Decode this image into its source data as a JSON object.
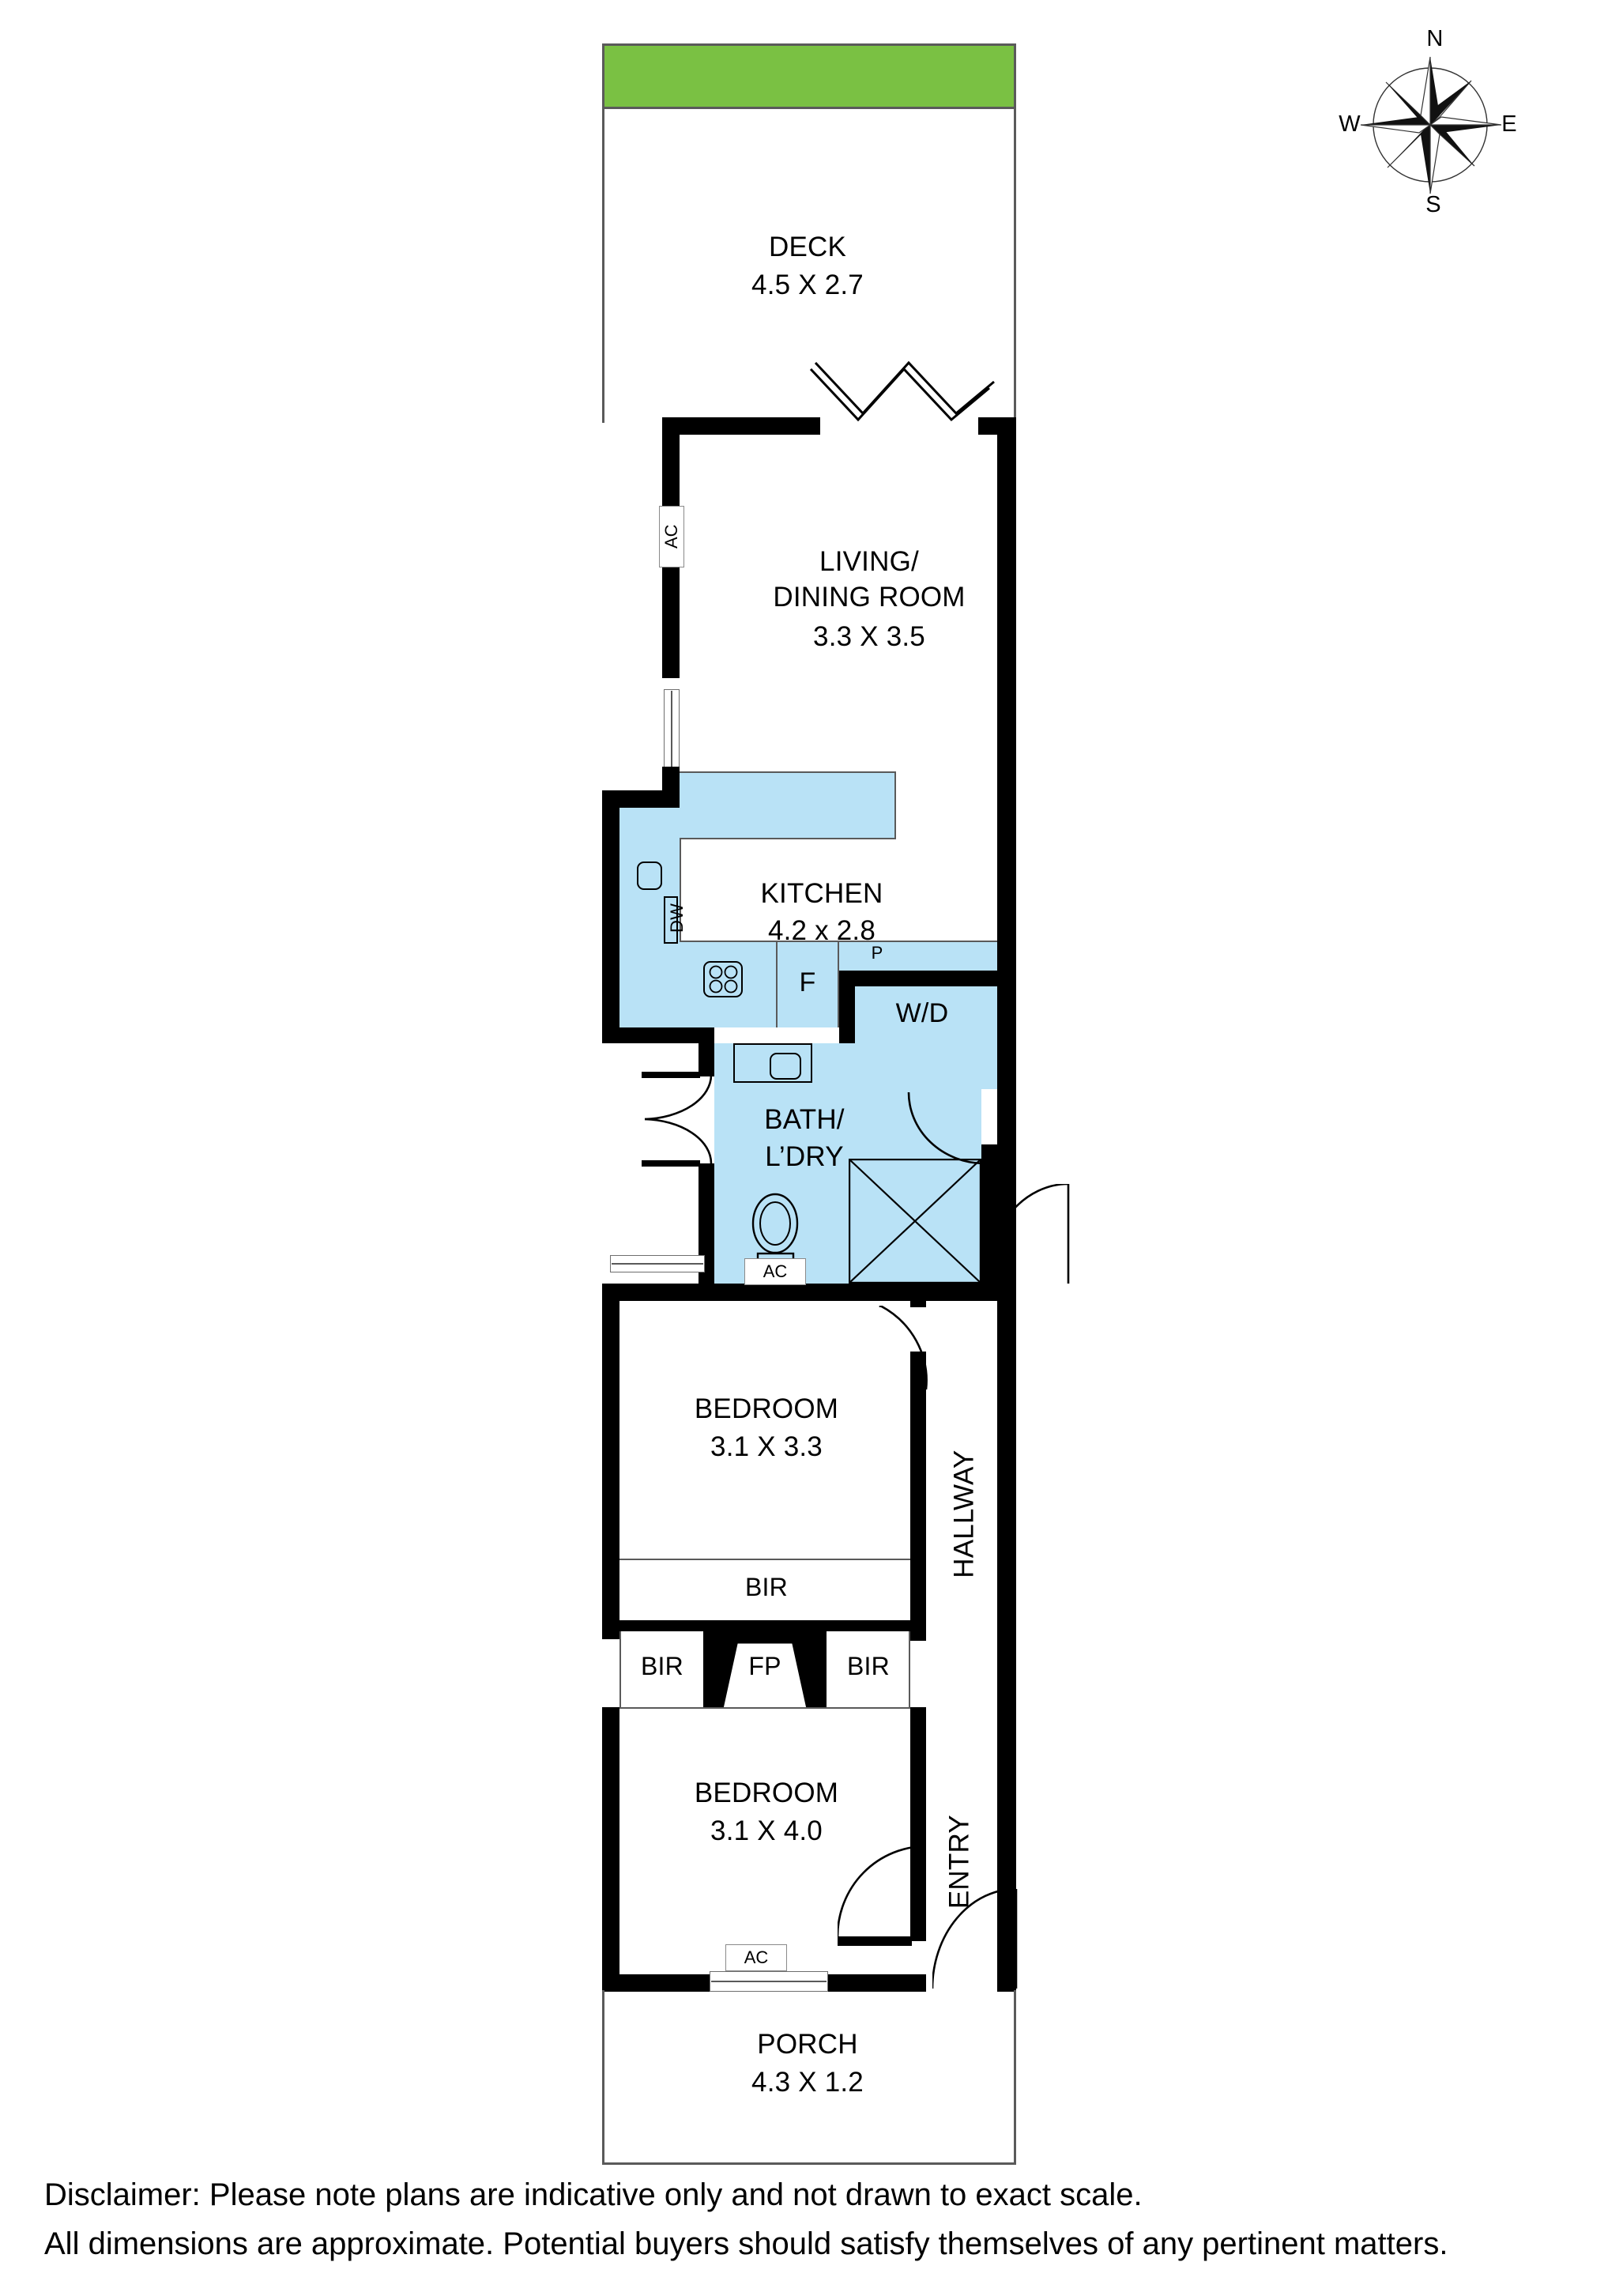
{
  "document": {
    "type": "floor-plan",
    "orientation_compass": {
      "north": "N",
      "east": "E",
      "south": "S",
      "west": "W"
    }
  },
  "rooms": [
    {
      "id": "deck",
      "name": "DECK",
      "dims": "4.5 X 2.7"
    },
    {
      "id": "living",
      "name": "LIVING/\nDINING ROOM",
      "dims": "3.3 X 3.5",
      "name_line1": "LIVING/",
      "name_line2": "DINING ROOM"
    },
    {
      "id": "kitchen",
      "name": "KITCHEN",
      "dims": "4.2 x 2.8"
    },
    {
      "id": "bath",
      "name": "BATH/\nL’DRY",
      "dims": "",
      "name_line1": "BATH/",
      "name_line2": "L’DRY"
    },
    {
      "id": "bedroom1",
      "name": "BEDROOM",
      "dims": "3.1 X 3.3"
    },
    {
      "id": "bedroom2",
      "name": "BEDROOM",
      "dims": "3.1 X 4.0"
    },
    {
      "id": "porch",
      "name": "PORCH",
      "dims": "4.3 X 1.2"
    },
    {
      "id": "hallway",
      "name": "HALLWAY",
      "dims": ""
    },
    {
      "id": "entry",
      "name": "ENTRY",
      "dims": ""
    }
  ],
  "fixtures": {
    "ac_living": "AC",
    "ac_bath": "AC",
    "ac_bedroom2": "AC",
    "dishwasher": "DW",
    "fridge": "F",
    "pantry": "P",
    "washer_dryer": "W/D",
    "bir_1": "BIR",
    "bir_2": "BIR",
    "bir_3": "BIR",
    "fireplace": "FP"
  },
  "disclaimer": {
    "line1": "Disclaimer: Please note plans are indicative only and not drawn to exact scale.",
    "line2": "All dimensions are approximate. Potential buyers should satisfy themselves of any pertinent matters."
  },
  "colors": {
    "wall": "#000000",
    "wet_area_fill": "#b9e2f6",
    "garden_fill": "#7ac143",
    "thin_line": "#5a5a5a",
    "background": "#ffffff"
  }
}
